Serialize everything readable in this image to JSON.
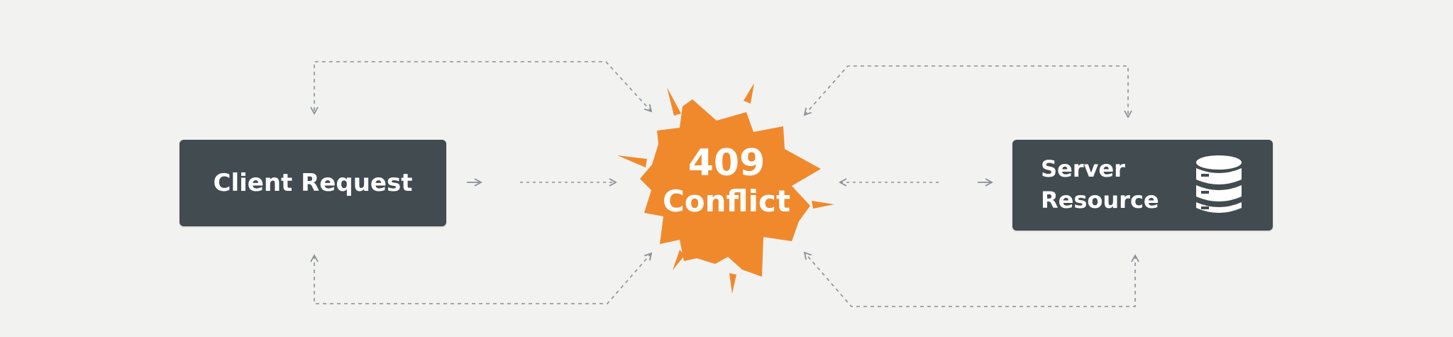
{
  "nodes": {
    "client": {
      "label": "Client Request"
    },
    "conflict": {
      "code": "409",
      "label": "Conflict"
    },
    "server": {
      "label_line1": "Server",
      "label_line2": "Resource",
      "icon": "database-icon"
    }
  },
  "colors": {
    "background": "#f2f2f1",
    "box": "#414b50",
    "burst": "#f0892c",
    "connector": "#8a9096"
  }
}
